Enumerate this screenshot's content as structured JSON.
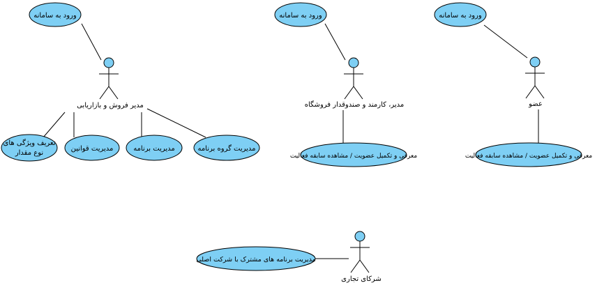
{
  "colors": {
    "background": "#ffffff",
    "usecase_fill": "#7ecff4",
    "stroke": "#000000",
    "text": "#000000"
  },
  "actors": {
    "sales_manager": "مدیر فروش و بازاریابی",
    "store_staff": "مدیر، کارمند و صندوقدار فروشگاه",
    "member": "عضو",
    "partners": "شرکای تجاری"
  },
  "use_cases": {
    "login_1": "ورود به سامانه",
    "login_2": "ورود به سامانه",
    "login_3": "ورود به سامانه",
    "define_features_line1": "تعریف ویژگی های",
    "define_features_line2": "نوع مقدار",
    "rules_management": "مدیریت قوانین",
    "program_management": "مدیریت برنامه",
    "program_group_management": "مدیریت گروه برنامه",
    "intro_membership_store": "معرفی و تکمیل عضویت / مشاهده سابقه فعالیت",
    "intro_membership_member": "معرفی و تکمیل عضویت / مشاهده سابقه فعالیت",
    "joint_programs": "مدیریت برنامه های مشترک با شرکت اصلی"
  }
}
